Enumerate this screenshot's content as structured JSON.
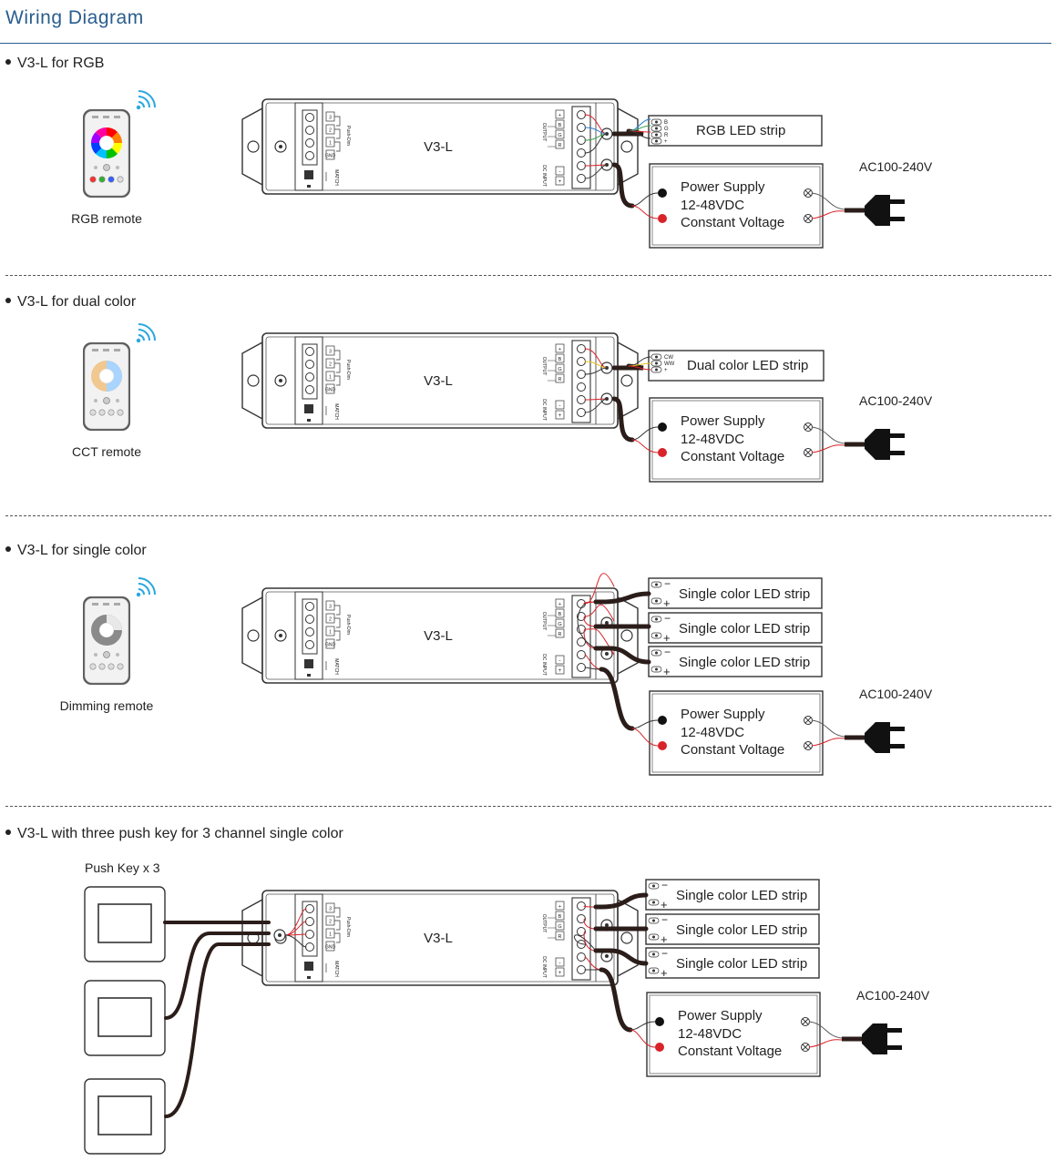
{
  "page_title": "Wiring Diagram",
  "sections": [
    {
      "label": "V3-L for RGB",
      "remote_label": "RGB remote",
      "strips": [
        "RGB LED strip"
      ],
      "strip_terminals": [
        "B",
        "G",
        "R",
        "+"
      ]
    },
    {
      "label": "V3-L for dual color",
      "remote_label": "CCT remote",
      "strips": [
        "Dual color LED strip"
      ],
      "strip_terminals": [
        "CW",
        "WW",
        "+"
      ]
    },
    {
      "label": "V3-L for single color",
      "remote_label": "Dimming remote",
      "strips": [
        "Single color LED strip",
        "Single color LED strip",
        "Single color LED strip"
      ]
    },
    {
      "label": "V3-L with three push key for 3 channel single color",
      "push_key_label": "Push Key x 3",
      "strips": [
        "Single color LED strip",
        "Single color LED strip",
        "Single color LED strip"
      ]
    }
  ],
  "controller": {
    "model": "V3-L",
    "push_dim_label": "Push-Dim",
    "match_label": "MATCH",
    "output_label": "OUTPUT",
    "input_label": "DC INPUT",
    "push_terminals": [
      "3",
      "2",
      "1",
      "GND"
    ],
    "out_terminals": [
      "+",
      "B",
      "G",
      "R"
    ],
    "in_terminals": [
      "-",
      "+"
    ]
  },
  "power_supply": {
    "line1": "Power Supply",
    "line2": "12-48VDC",
    "line3": "Constant Voltage"
  },
  "ac_label": "AC100-240V",
  "strip_polarity": {
    "minus": "−",
    "plus": "+"
  },
  "colors": {
    "accent": "#2a5d8f",
    "wire_red": "#d8232a",
    "wire_green": "#3aa04a",
    "wire_blue": "#2a7fd0",
    "wire_yellow": "#e8c21c",
    "cable": "#2b1d1a"
  }
}
